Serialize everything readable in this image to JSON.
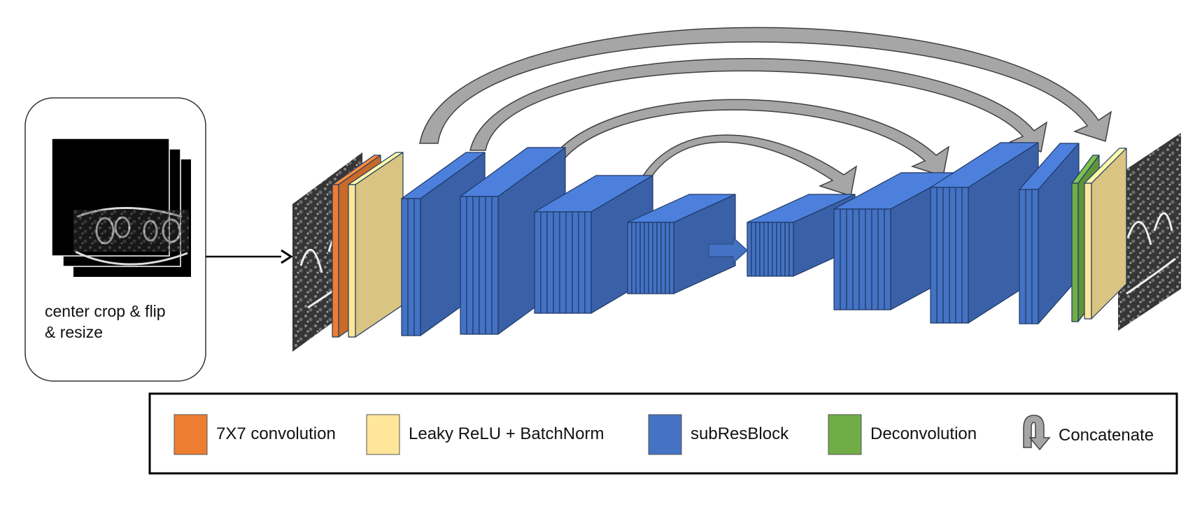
{
  "preprocess": {
    "caption_line1": "center crop & flip",
    "caption_line2": "& resize"
  },
  "legend": {
    "items": [
      {
        "label": "7X7 convolution",
        "color": "#ED7D31",
        "icon": "orange-swatch"
      },
      {
        "label": "Leaky ReLU + BatchNorm",
        "color": "#FFE699",
        "icon": "yellow-swatch"
      },
      {
        "label": "subResBlock",
        "color": "#4472C4",
        "icon": "blue-swatch"
      },
      {
        "label": "Deconvolution",
        "color": "#70AD47",
        "icon": "green-swatch"
      },
      {
        "label": "Concatenate",
        "color": "#A6A6A6",
        "icon": "curved-arrow-icon"
      }
    ]
  },
  "colors": {
    "conv": "#ED7D31",
    "relu_bn": "#FFE699",
    "subres": "#4472C4",
    "deconv": "#70AD47",
    "concat": "#A6A6A6"
  }
}
